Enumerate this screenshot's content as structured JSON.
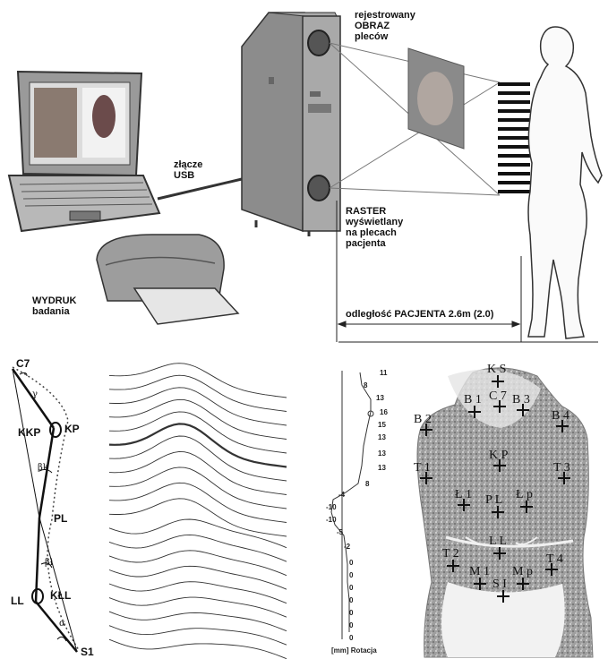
{
  "setup": {
    "image_label": [
      "rejestrowany",
      "OBRAZ",
      "pleców"
    ],
    "raster_label": [
      "RASTER",
      "wyświetlany",
      "na plecach",
      "pacjenta"
    ],
    "usb_label": [
      "złącze",
      "USB"
    ],
    "printout_label": [
      "WYDRUK",
      "badania"
    ],
    "distance_label": "odległość PACJENTA 2.6m (2.0)"
  },
  "spine_geometry": {
    "points": [
      "C7",
      "KP",
      "KKP",
      "PL",
      "KŁL",
      "LL",
      "S1"
    ],
    "angles": [
      "γ",
      "βk",
      "βł",
      "α"
    ]
  },
  "rotation": {
    "values_top": [
      "11",
      "8",
      "13",
      "16",
      "15",
      "13",
      "13",
      "13",
      "8"
    ],
    "values_bottom": [
      "-4",
      "-10",
      "-10",
      "-5",
      "-2",
      "0",
      "0",
      "0",
      "0",
      "0",
      "0",
      "0"
    ],
    "axis_label": "[mm] Rotacja"
  },
  "markers": {
    "ks": "K S",
    "b1": "B 1",
    "c7": "C 7",
    "b3": "B 3",
    "b2": "B 2",
    "b4": "B 4",
    "kp": "K P",
    "t1": "T 1",
    "t3": "T 3",
    "l1": "Ł 1",
    "pl": "P L",
    "lp": "Ł p",
    "ll": "L L",
    "t2": "T 2",
    "t4": "T 4",
    "m1": "M 1",
    "si": "S I",
    "mp": "M p"
  }
}
